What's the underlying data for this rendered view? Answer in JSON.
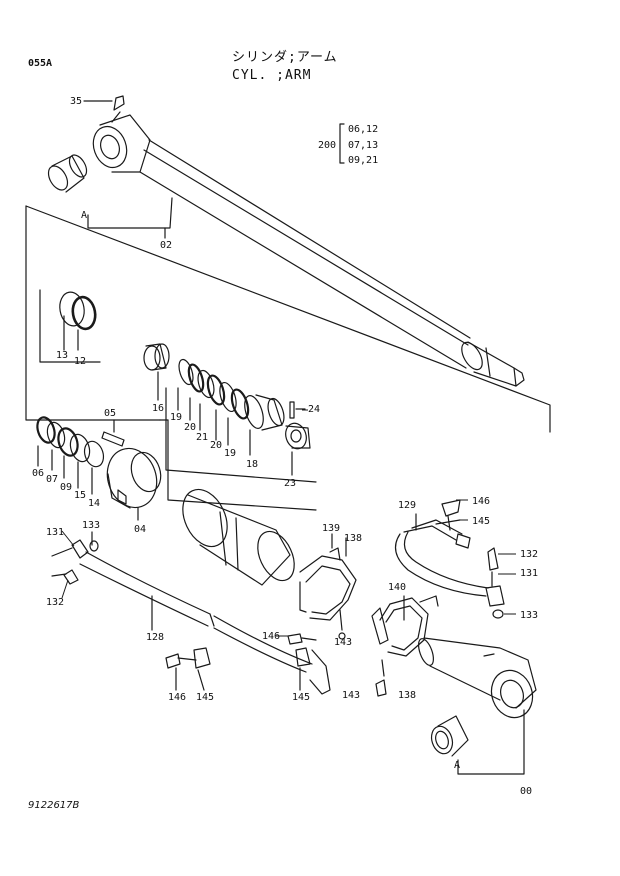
{
  "header": {
    "page_code": "055A",
    "title_jp": "シリンダ;アーム",
    "title_en": "CYL. ;ARM"
  },
  "serial_group": {
    "ref": "200",
    "items": [
      "06,12",
      "07,13",
      "09,21"
    ]
  },
  "callouts": [
    {
      "id": "c35",
      "label": "35"
    },
    {
      "id": "cA1",
      "label": "A"
    },
    {
      "id": "c02",
      "label": "02"
    },
    {
      "id": "c13",
      "label": "13"
    },
    {
      "id": "c12",
      "label": "12"
    },
    {
      "id": "c16",
      "label": "16"
    },
    {
      "id": "c19a",
      "label": "19"
    },
    {
      "id": "c20a",
      "label": "20"
    },
    {
      "id": "c21",
      "label": "21"
    },
    {
      "id": "c20b",
      "label": "20"
    },
    {
      "id": "c19b",
      "label": "19"
    },
    {
      "id": "c18",
      "label": "18"
    },
    {
      "id": "c24",
      "label": "24"
    },
    {
      "id": "c23",
      "label": "23"
    },
    {
      "id": "c05",
      "label": "05"
    },
    {
      "id": "c06",
      "label": "06"
    },
    {
      "id": "c07",
      "label": "07"
    },
    {
      "id": "c09",
      "label": "09"
    },
    {
      "id": "c15",
      "label": "15"
    },
    {
      "id": "c14",
      "label": "14"
    },
    {
      "id": "c04",
      "label": "04"
    },
    {
      "id": "c133a",
      "label": "133"
    },
    {
      "id": "c131a",
      "label": "131"
    },
    {
      "id": "c132a",
      "label": "132"
    },
    {
      "id": "c128",
      "label": "128"
    },
    {
      "id": "c139",
      "label": "139"
    },
    {
      "id": "c138a",
      "label": "138"
    },
    {
      "id": "c143a",
      "label": "143"
    },
    {
      "id": "c146a",
      "label": "146"
    },
    {
      "id": "c146b",
      "label": "146"
    },
    {
      "id": "c145a",
      "label": "145"
    },
    {
      "id": "c145b",
      "label": "145"
    },
    {
      "id": "c129",
      "label": "129"
    },
    {
      "id": "c146c",
      "label": "146"
    },
    {
      "id": "c145c",
      "label": "145"
    },
    {
      "id": "c132b",
      "label": "132"
    },
    {
      "id": "c131b",
      "label": "131"
    },
    {
      "id": "c133b",
      "label": "133"
    },
    {
      "id": "c140",
      "label": "140"
    },
    {
      "id": "c143b",
      "label": "143"
    },
    {
      "id": "c138b",
      "label": "138"
    },
    {
      "id": "cA2",
      "label": "A"
    },
    {
      "id": "c00",
      "label": "00"
    }
  ],
  "footer": {
    "drawing_number": "9122617B"
  }
}
